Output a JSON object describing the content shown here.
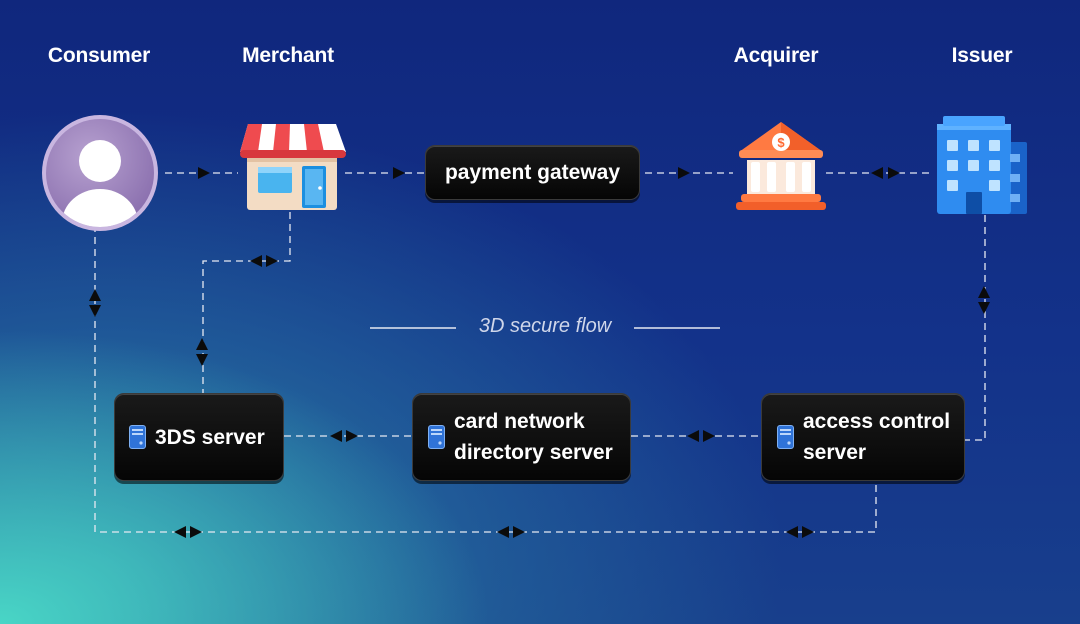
{
  "actors": {
    "consumer": "Consumer",
    "merchant": "Merchant",
    "acquirer": "Acquirer",
    "issuer": "Issuer"
  },
  "nodes": {
    "payment_gateway": "payment gateway",
    "three_ds_server": "3DS server",
    "card_network": "card network\ndirectory server",
    "access_control": "access control\nserver"
  },
  "flow_label": "3D secure flow",
  "colors": {
    "line": "#e6e9f2",
    "box_bg": "#0b0b0b",
    "server_icon": "#2f73d8"
  },
  "icons": {
    "consumer": "user-avatar-icon",
    "merchant": "storefront-icon",
    "acquirer": "bank-icon",
    "issuer": "office-building-icon",
    "server": "server-icon"
  }
}
